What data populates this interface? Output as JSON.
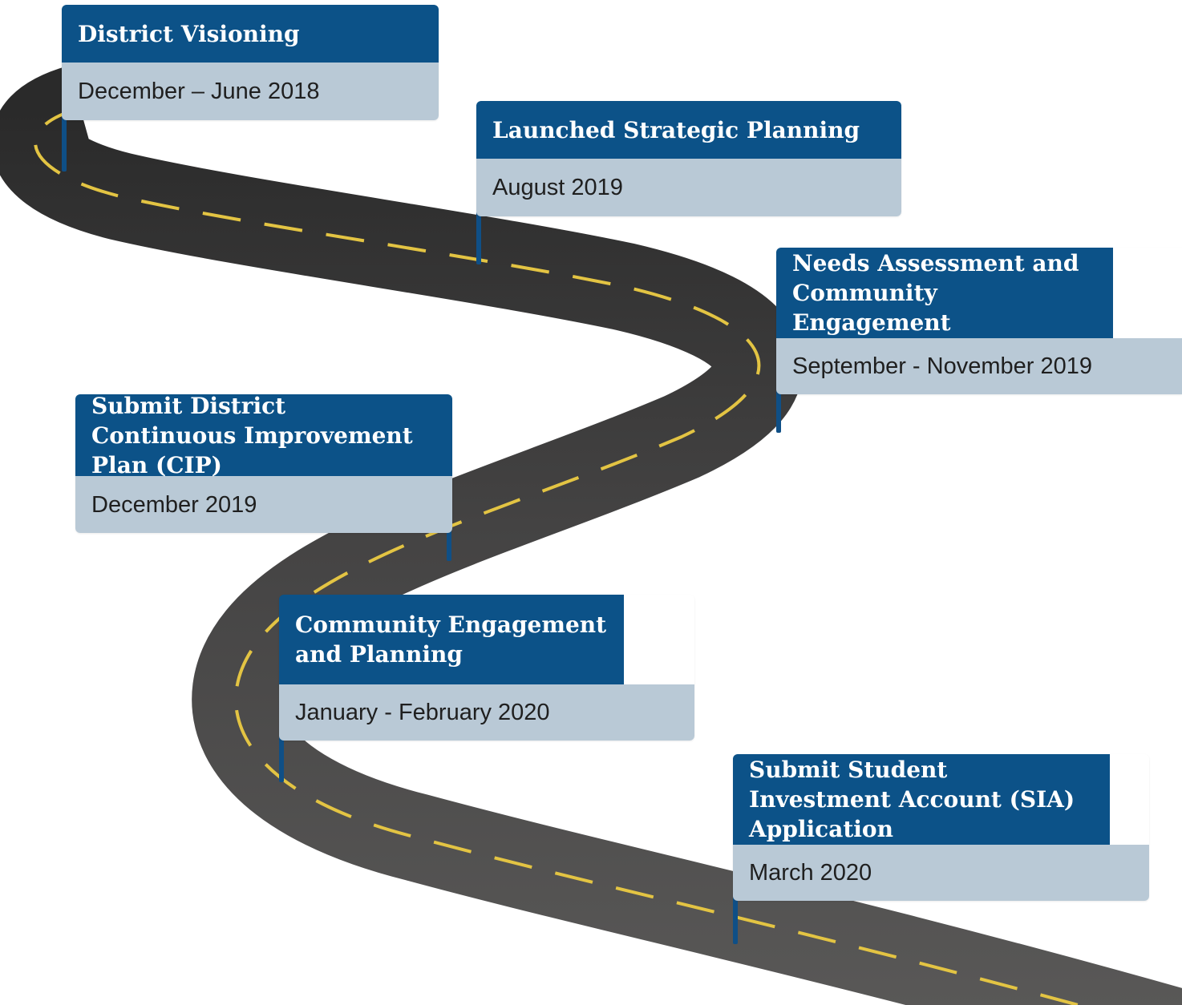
{
  "milestones": [
    {
      "title": "District Visioning",
      "date": "December – June 2018"
    },
    {
      "title": "Launched Strategic Planning",
      "date": "August 2019"
    },
    {
      "title": "Needs Assessment and Community Engagement",
      "date": "September - November 2019"
    },
    {
      "title": "Submit District Continuous Improvement Plan (CIP)",
      "date": "December 2019"
    },
    {
      "title": "Community Engagement and Planning",
      "date": "January - February 2020"
    },
    {
      "title": "Submit Student Investment Account (SIA) Application",
      "date": "March 2020"
    }
  ],
  "colors": {
    "road": "#555453",
    "road_edge": "#2b2b2b",
    "center_line": "#e3c443",
    "title_band": "#0c5288",
    "date_band": "#b9c9d6",
    "pole": "#0f4f86"
  }
}
